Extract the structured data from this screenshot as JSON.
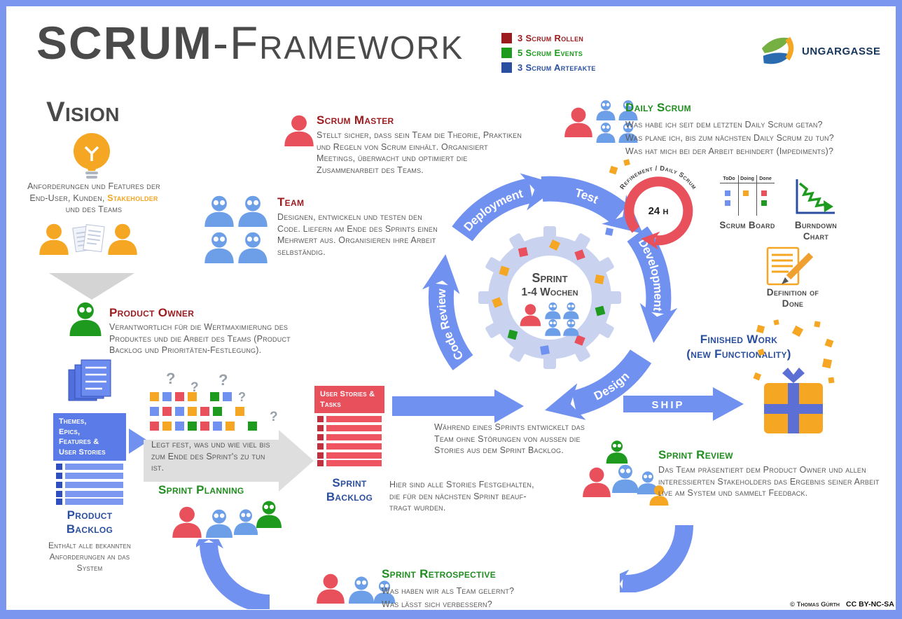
{
  "palette": {
    "frame": "#7b96ee",
    "title": "#4a4a4a",
    "darkred": "#9b1b1e",
    "headgreen": "#1f8d1f",
    "headblue": "#2b4fa0",
    "graytext": "#5a5a5a",
    "arrow": "#7091f0",
    "red": "#e8505b",
    "blue": "#6d9ee8",
    "green": "#1e9b1e",
    "orange": "#f5a623",
    "gear": "#c9d3f0"
  },
  "header": {
    "title_part1": "SCRUM",
    "title_part2": "-Framework"
  },
  "legend": {
    "roles": "3 Scrum Rollen",
    "events": "5 Scrum Events",
    "artifacts": "3 Scrum Artefakte"
  },
  "logo": {
    "text": "UNGARGASSE"
  },
  "vision": {
    "heading": "Vision",
    "desc_pre": "Anforderungen und Features der End-User, Kunden, ",
    "desc_highlight": "Stakeholder",
    "desc_post": " und des Teams"
  },
  "roles": {
    "scrum_master": {
      "title": "Scrum Master",
      "body": "Stellt sicher, dass sein Team die Theorie, Praktiken und Regeln von Scrum einhält. Organisiert Meetings, überwacht und optimiert die Zusammenarbeit des Teams."
    },
    "team": {
      "title": "Team",
      "body": "Designen, entwickeln und testen den Code. Liefern am Ende des Sprints einen Mehrwert aus. Organisieren ihre Arbeit selbständig."
    },
    "product_owner": {
      "title": "Product Owner",
      "body": "Verantwortlich für die Wertmaximierung des Produktes und die Arbeit des Teams (Product Backlog und Prioritäten-Festlegung)."
    }
  },
  "daily_scrum": {
    "title": "Daily Scrum",
    "questions": [
      "Was habe ich seit dem letzten Daily Scrum getan?",
      "Was plane ich, bis zum nächsten Daily Scrum zu tun?",
      "Was hat mich bei der Arbeit behindert (Impediments)?"
    ]
  },
  "refinement": {
    "curved_label": "Refinement / Daily Scrum",
    "center": "24 h"
  },
  "artifacts": {
    "scrum_board": {
      "label": "Scrum Board",
      "columns": [
        "ToDo",
        "Doing",
        "Done"
      ]
    },
    "burndown": {
      "label": "Burndown Chart"
    },
    "dod": {
      "label": "Definition of Done"
    }
  },
  "cycle": {
    "phases": [
      "Deployment",
      "Test",
      "Development",
      "Design",
      "Code Review"
    ],
    "center_line1": "Sprint",
    "center_line2": "1-4 Wochen"
  },
  "sprint_flow": {
    "during_text": "Während eines Sprints entwickelt das Team ohne Störungen von aussen die Stories aus dem Sprint Backlog.",
    "ship_label": "SHIP"
  },
  "finished_work": {
    "line1": "Finished Work",
    "line2": "(new Functionality)"
  },
  "product_backlog": {
    "box_lines": [
      "Themes,",
      "Epics,",
      "Features &",
      "User Stories"
    ],
    "title": "Product Backlog",
    "body": "Enthält alle bekannten Anforderungen an das System"
  },
  "sprint_planning": {
    "arrow_text": "Legt fest, was und wie viel bis zum Ende des Sprint's zu tun ist.",
    "title": "Sprint Planning"
  },
  "sprint_backlog": {
    "box_title": "User Stories & Tasks",
    "title": "Sprint Backlog",
    "body_lines": [
      "Hier sind alle Stories Festgehalten,",
      "die für den nächsten Sprint beauf-",
      "tragt wurden."
    ]
  },
  "sprint_review": {
    "title": "Sprint Review",
    "body": "Das Team präsentiert dem Product Owner und allen interessierten Stakeholders das Ergebnis seiner Arbeit live am System und sammelt Feedback."
  },
  "sprint_retrospective": {
    "title": "Sprint Retrospective",
    "lines": [
      "Was haben wir als Team gelernt?",
      "Was lässt sich verbessern?"
    ]
  },
  "footer": {
    "credit": "© Thomas Gürth",
    "license": "CC BY-NC-SA"
  },
  "misc": {
    "question_mark": "?"
  }
}
